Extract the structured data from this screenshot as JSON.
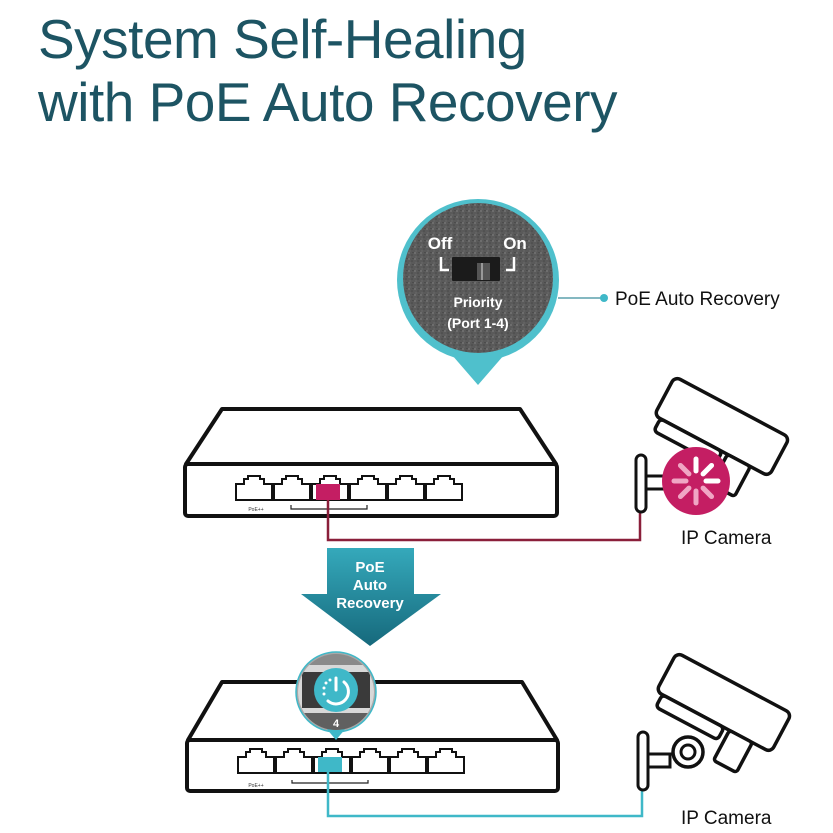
{
  "title": {
    "line1": "System Self-Healing",
    "line2": "with PoE Auto Recovery"
  },
  "callout": {
    "off_label": "Off",
    "on_label": "On",
    "switch_label_line1": "Priority",
    "switch_label_line2": "(Port 1-4)",
    "feature_label": "PoE Auto Recovery"
  },
  "top_switch": {
    "port_count": 6,
    "poe_label": "PoE++",
    "active_port": 3,
    "status": "fault"
  },
  "top_camera": {
    "label": "IP Camera",
    "status": "loading"
  },
  "arrow": {
    "line1": "PoE",
    "line2": "Auto",
    "line3": "Recovery"
  },
  "bottom_switch": {
    "port_count": 6,
    "poe_label": "PoE++",
    "active_port": 3,
    "magnifier_port_number": "4",
    "status": "recovered"
  },
  "bottom_camera": {
    "label": "IP Camera",
    "status": "normal"
  },
  "colors": {
    "title": "#1d5463",
    "teal": "#3fb8c8",
    "teal_dark": "#1e7f92",
    "fault": "#c41e63",
    "fault_line": "#8a1f3a",
    "outline": "#111111"
  }
}
